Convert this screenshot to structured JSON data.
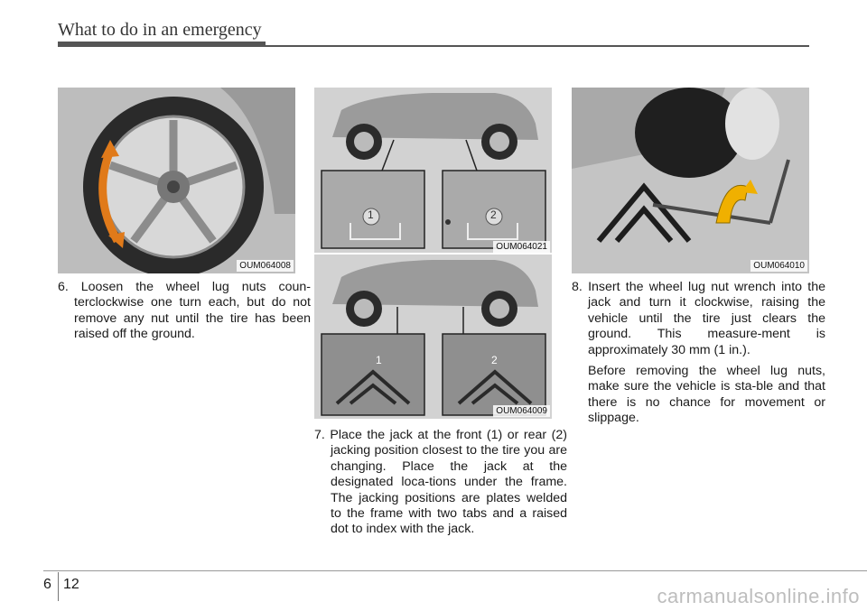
{
  "header": {
    "title": "What to do in an emergency"
  },
  "figures": {
    "wheel": {
      "code": "OUM064008"
    },
    "positions": {
      "code": "OUM064021",
      "label_1": "1",
      "label_2": "2"
    },
    "jacks": {
      "code": "OUM064009",
      "label_1": "1",
      "label_2": "2"
    },
    "wrench": {
      "code": "OUM064010"
    }
  },
  "steps": {
    "step6": "6. Loosen the wheel lug nuts coun-terclockwise one turn each, but do not remove any nut until the tire has been raised off the ground.",
    "step7": "7. Place the jack at the front (1) or rear (2) jacking position closest to the tire you are changing. Place the jack at the designated loca-tions under the frame. The jacking positions are plates welded to the frame with two tabs and a raised dot to index with the jack.",
    "step8": "8. Insert the wheel lug nut wrench into the jack  and turn it clockwise, raising the vehicle until the tire just clears the ground. This measure-ment is approximately 30 mm (1 in.).",
    "step8_note": "Before removing the wheel lug nuts, make sure the vehicle is sta-ble and that there is no chance for movement or slippage."
  },
  "footer": {
    "section": "6",
    "page": "12",
    "watermark": "carmanualsonline.info"
  }
}
